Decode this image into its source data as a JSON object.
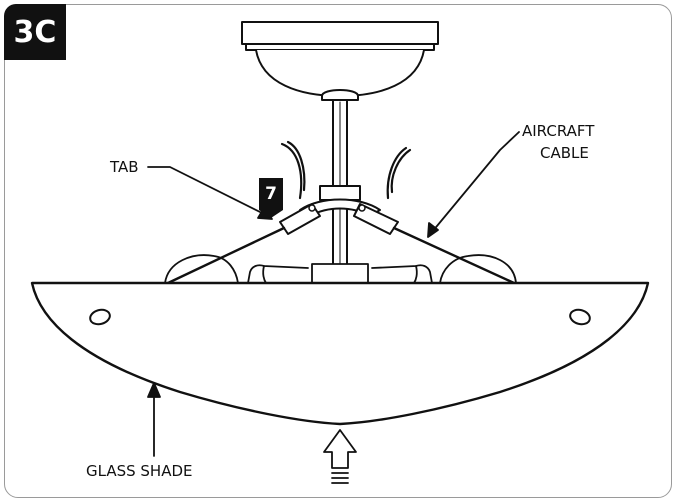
{
  "step": "3C",
  "callout_number": "7",
  "labels": {
    "tab": "TAB",
    "cable_line1": "AIRCRAFT",
    "cable_line2": "CABLE",
    "glass_shade": "GLASS SHADE"
  }
}
